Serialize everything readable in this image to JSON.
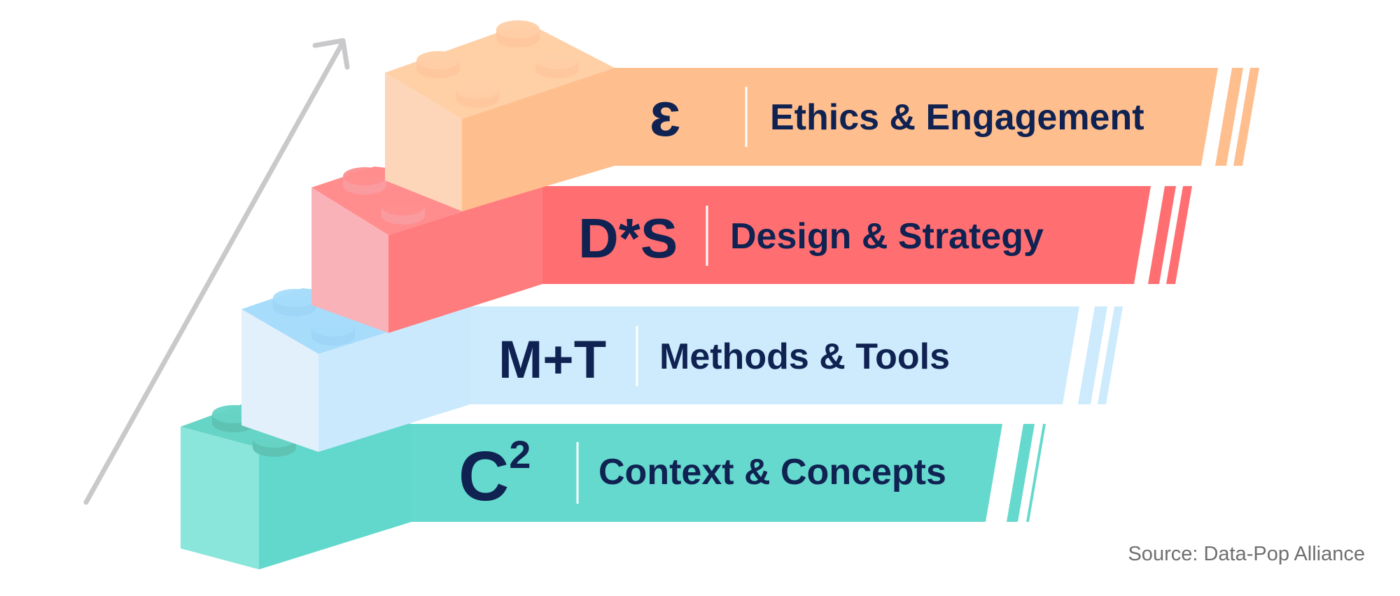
{
  "colors": {
    "arrow": "#c9c9cc",
    "text": "#0f2251",
    "ethics": {
      "band": "#ffbe8e",
      "left": "#fdd5b8",
      "front": "#ffbe8e",
      "top": "#ffcfa6",
      "stud": "#ffc79d"
    },
    "design": {
      "band": "#ff6f72",
      "left": "#f9b2b8",
      "front": "#ff7c7e",
      "top": "#ff8d8e",
      "stud": "#fa9ba0"
    },
    "methods": {
      "band": "#cdebfc",
      "left": "#e2f0fc",
      "front": "#cbe9fd",
      "top": "#a7dcfb",
      "stud": "#9fd6f8"
    },
    "context": {
      "band": "#65d9cd",
      "left": "#8ae6da",
      "front": "#62d8cc",
      "top": "#66d4c6",
      "stud": "#5ec3b3"
    }
  },
  "layers": [
    {
      "id": "ethics",
      "abbr": "ɛ",
      "label": "Ethics & Engagement"
    },
    {
      "id": "design",
      "abbr": "D*S",
      "label": "Design & Strategy"
    },
    {
      "id": "methods",
      "abbr": "M+T",
      "label": "Methods & Tools"
    },
    {
      "id": "context",
      "abbr": "C",
      "abbr_sup": "2",
      "label": "Context & Concepts"
    }
  ],
  "icons": {
    "arrow": "up-right-arrow-icon"
  },
  "source": "Source: Data-Pop Alliance"
}
